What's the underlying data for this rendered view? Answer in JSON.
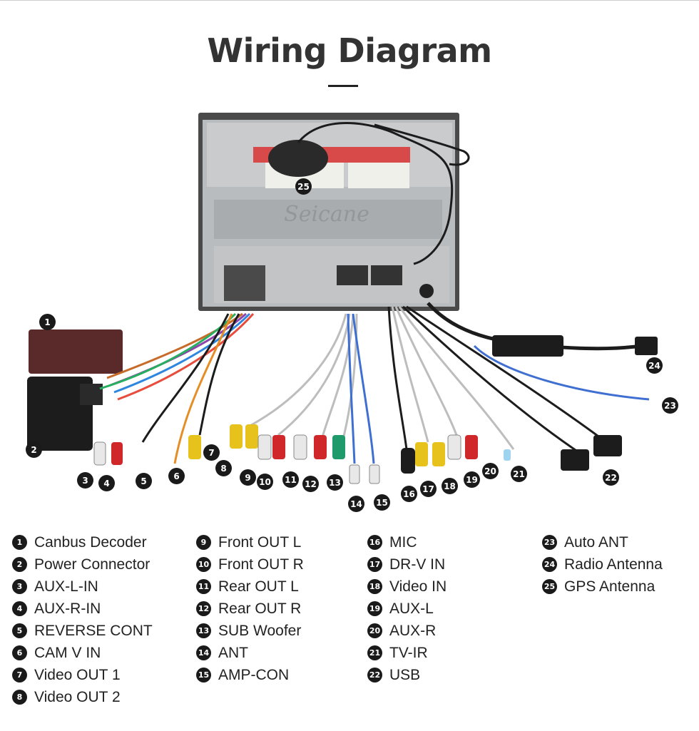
{
  "title": "Wiring Diagram",
  "watermark": "Seicane",
  "colors": {
    "badge": "#1a1a1a",
    "rca_red": "#d0282a",
    "rca_white": "#e8e8e8",
    "rca_yellow": "#e8c21c",
    "rca_green": "#1f9a6a",
    "cable_black": "#1c1c1c",
    "cable_blue": "#3f6fd1",
    "unit_gray": "#b9bcbf"
  },
  "callouts": [
    {
      "num": "1"
    },
    {
      "num": "2"
    },
    {
      "num": "3"
    },
    {
      "num": "4"
    },
    {
      "num": "5"
    },
    {
      "num": "6"
    },
    {
      "num": "7"
    },
    {
      "num": "8"
    },
    {
      "num": "9"
    },
    {
      "num": "10"
    },
    {
      "num": "11"
    },
    {
      "num": "12"
    },
    {
      "num": "13"
    },
    {
      "num": "14"
    },
    {
      "num": "15"
    },
    {
      "num": "16"
    },
    {
      "num": "17"
    },
    {
      "num": "18"
    },
    {
      "num": "19"
    },
    {
      "num": "20"
    },
    {
      "num": "21"
    },
    {
      "num": "22"
    },
    {
      "num": "23"
    },
    {
      "num": "24"
    },
    {
      "num": "25"
    }
  ],
  "legend": {
    "col1": [
      {
        "num": "1",
        "label": "Canbus Decoder"
      },
      {
        "num": "2",
        "label": "Power Connector"
      },
      {
        "num": "3",
        "label": "AUX-L-IN"
      },
      {
        "num": "4",
        "label": "AUX-R-IN"
      },
      {
        "num": "5",
        "label": "REVERSE CONT"
      },
      {
        "num": "6",
        "label": "CAM V IN"
      },
      {
        "num": "7",
        "label": "Video OUT 1"
      },
      {
        "num": "8",
        "label": "Video OUT 2"
      }
    ],
    "col2": [
      {
        "num": "9",
        "label": "Front OUT L"
      },
      {
        "num": "10",
        "label": "Front OUT R"
      },
      {
        "num": "11",
        "label": "Rear OUT L"
      },
      {
        "num": "12",
        "label": "Rear OUT R"
      },
      {
        "num": "13",
        "label": "SUB Woofer"
      },
      {
        "num": "14",
        "label": "ANT"
      },
      {
        "num": "15",
        "label": "AMP-CON"
      }
    ],
    "col3": [
      {
        "num": "16",
        "label": "MIC"
      },
      {
        "num": "17",
        "label": "DR-V IN"
      },
      {
        "num": "18",
        "label": "Video IN"
      },
      {
        "num": "19",
        "label": "AUX-L"
      },
      {
        "num": "20",
        "label": "AUX-R"
      },
      {
        "num": "21",
        "label": "TV-IR"
      },
      {
        "num": "22",
        "label": "USB"
      }
    ],
    "col4": [
      {
        "num": "23",
        "label": "Auto ANT"
      },
      {
        "num": "24",
        "label": "Radio Antenna"
      },
      {
        "num": "25",
        "label": "GPS Antenna"
      }
    ]
  }
}
